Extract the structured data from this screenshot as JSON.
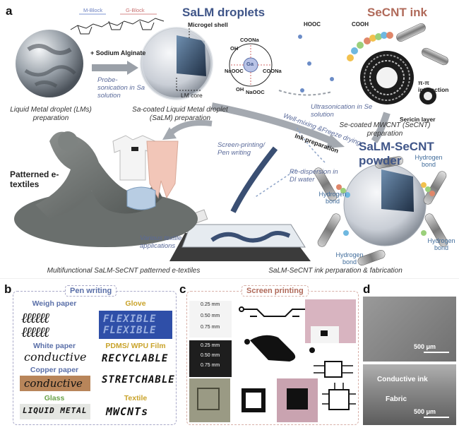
{
  "panel_a": {
    "letter": "a",
    "molecule": {
      "m_block": "M-Block",
      "g_block": "G-Block",
      "plus_sa": "+ Sodium Alginate"
    },
    "lm_caption": "Liquid Metal droplet (LMs) preparation",
    "probe_label": "Probe-sonication in Sa solution",
    "salm_title": "SaLM droplets",
    "microgel": "Microgel shell",
    "lm_core": "LM core",
    "salm_caption": "Sa-coated Liquid Metal droplet (SaLM) preparation",
    "chelate": {
      "coona_top": "COONa",
      "oh_top": "OH",
      "ga": "Ga",
      "naooc": "NaOOC",
      "coona_right": "COONa",
      "oh_bot": "OH",
      "naooc_bot": "NaOOC"
    },
    "secnt_title": "SeCNT ink",
    "ultra_label": "Ultrasonication in Se solution",
    "pi_label": "π-π interaction",
    "sericin": "Sericin layer",
    "secnt_caption": "Se-coated MWCNT (SeCNT) preparation",
    "cooh1": "HOOC",
    "cooh2": "COOH",
    "well_mix": "Well-mixing &Freeze drying",
    "ink_prep": "Ink preparation",
    "powder_title": "SaLM-SeCNT powder",
    "hbond": "Hydrogen bond",
    "redispersion": "Re-dispersion in DI water",
    "screen_pen": "Screen-printing/ Pen writing",
    "patterned": "Patterned e-textiles",
    "various": "Various textile applications",
    "bottom_left": "Multifunctional SaLM-SeCNT patterned e-textiles",
    "bottom_right": "SaLM-SeCNT ink perparation & fabrication"
  },
  "panel_b": {
    "letter": "b",
    "title": "Pen writing",
    "items": [
      {
        "label": "Weigh paper",
        "text": "ℓℓℓℓℓℓ"
      },
      {
        "label": "White paper",
        "text": "conductive"
      },
      {
        "label": "Copper paper",
        "text": "conductive"
      },
      {
        "label": "Glass",
        "text": "LIQUID METAL"
      },
      {
        "label": "Glove",
        "text": "FLEXIBLE"
      },
      {
        "label": "PDMS/ WPU Film",
        "text": "RECYCLABLE"
      },
      {
        "label": "",
        "text": "STRETCHABLE"
      },
      {
        "label": "Textile",
        "text": "MWCNTs"
      }
    ]
  },
  "panel_c": {
    "letter": "c",
    "title": "Screen printing",
    "widths": [
      "0.25 mm",
      "0.50 mm",
      "0.75 mm"
    ]
  },
  "panel_d": {
    "letter": "d",
    "scale1": "500 μm",
    "scale2": "500 μm",
    "ink": "Conductive ink",
    "fabric": "Fabric"
  },
  "colors": {
    "salm_blue": "#3f5588",
    "secnt_red": "#b06a5a",
    "pen_blue": "#5a6fa8",
    "gold": "#c9a32a"
  }
}
